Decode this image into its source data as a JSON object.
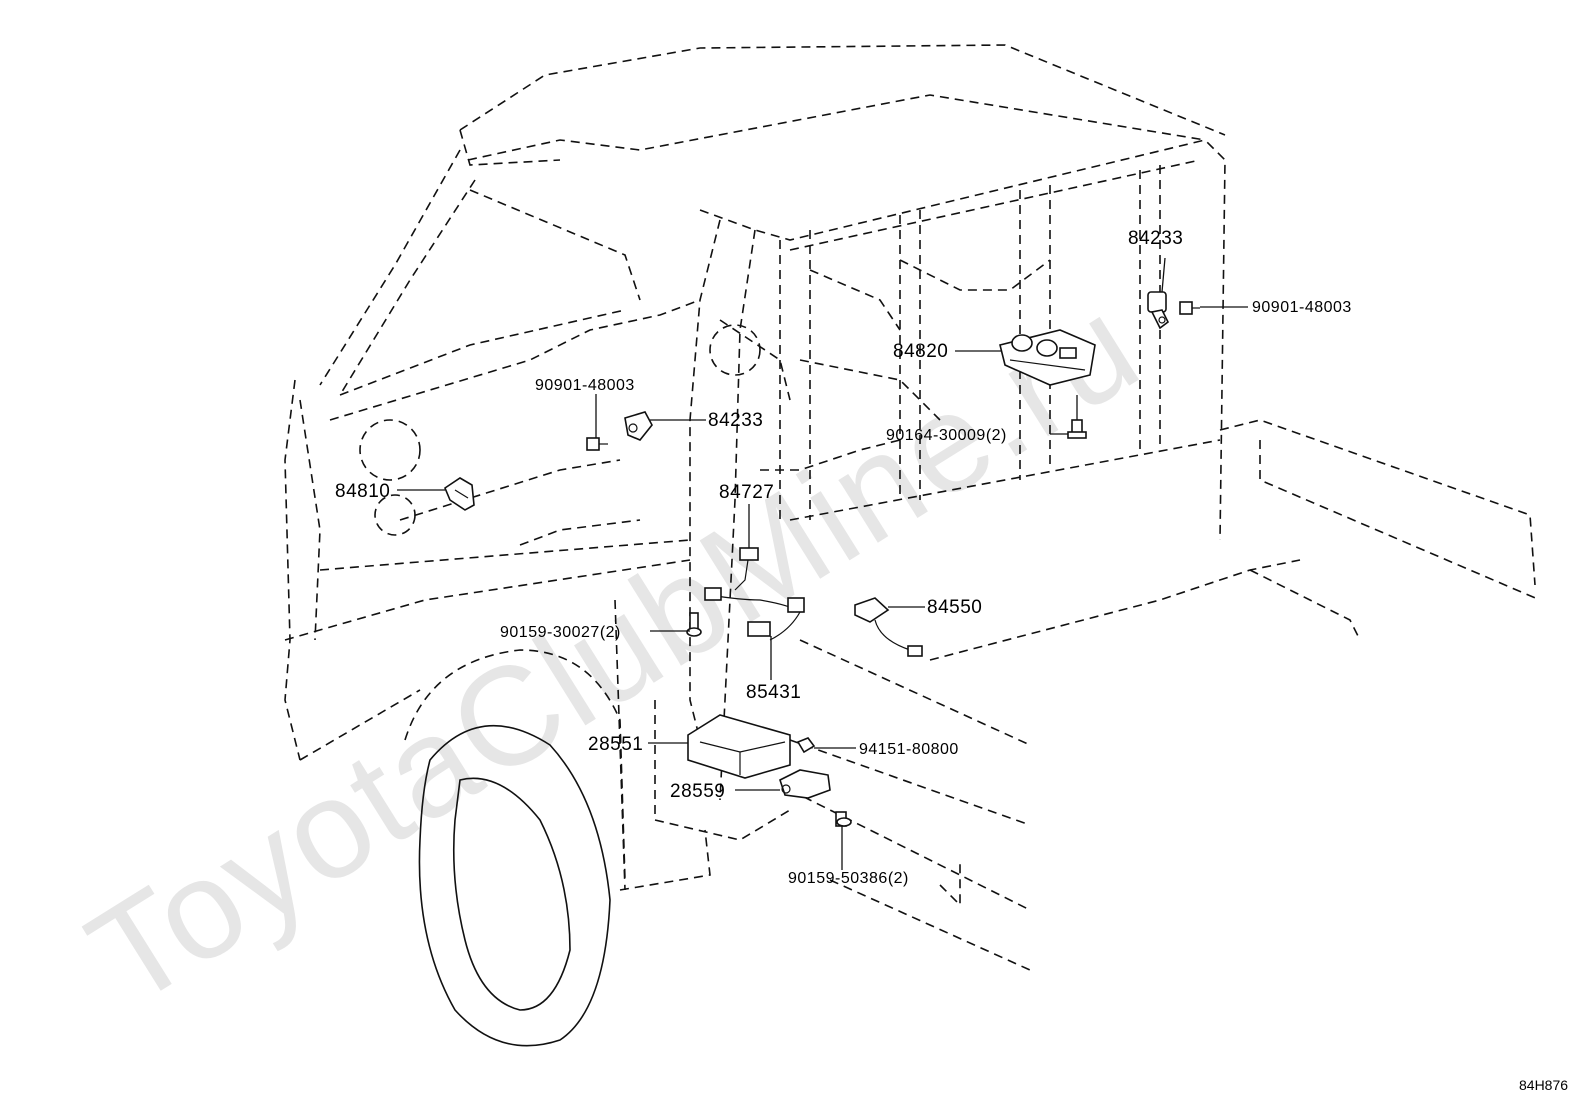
{
  "watermark": "ToyotaClubMine.ru",
  "diagram_code": "84H876",
  "part_labels": {
    "p84233_top": "84233",
    "p90901_right": "90901-48003",
    "p84820": "84820",
    "p90164": "90164-30009(2)",
    "p90901_left": "90901-48003",
    "p84233_left": "84233",
    "p84810": "84810",
    "p84727": "84727",
    "p84550": "84550",
    "p90159_30027": "90159-30027(2)",
    "p85431": "85431",
    "p28551": "28551",
    "p94151": "94151-80800",
    "p28559": "28559",
    "p90159_50386": "90159-50386(2)"
  }
}
